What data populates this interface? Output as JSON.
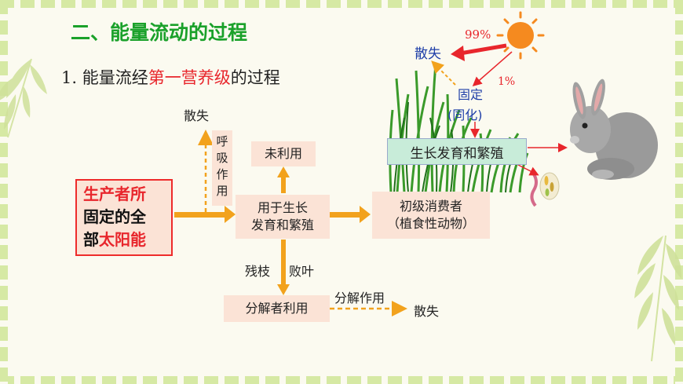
{
  "title": "二、能量流动的过程",
  "subtitle": {
    "prefix": "1.",
    "part1": "能量流经",
    "highlight": "第一营养级",
    "part2": "的过程"
  },
  "producer": {
    "line1": "生产者所",
    "line2_black": "固定的全",
    "line3_black": "部",
    "line3_red": "太阳能"
  },
  "flow": {
    "dissipate_top": "散失",
    "respiration": [
      "呼",
      "吸",
      "作",
      "用"
    ],
    "unused": "未利用",
    "growth": [
      "用于生长",
      "发育和繁殖"
    ],
    "primary_consumer": [
      "初级消费者",
      "（植食性动物）"
    ],
    "residue": [
      "残枝",
      "败叶"
    ],
    "decomposer": "分解者利用",
    "decomposition": "分解作用",
    "dissipate_bottom": "散失"
  },
  "illustration": {
    "dissipate": "散失",
    "pct_99": "99%",
    "pct_1": "1%",
    "fixed": "固定",
    "assimilate": "(同化)",
    "growth_box": "生长发育和繁殖"
  },
  "colors": {
    "title_green": "#1aa12a",
    "highlight_red": "#e8262c",
    "arrow_orange": "#f2a21d",
    "box_pink": "#fbe3d6",
    "growth_box_green": "#c8ecd9",
    "label_blue": "#1f3fa8"
  }
}
